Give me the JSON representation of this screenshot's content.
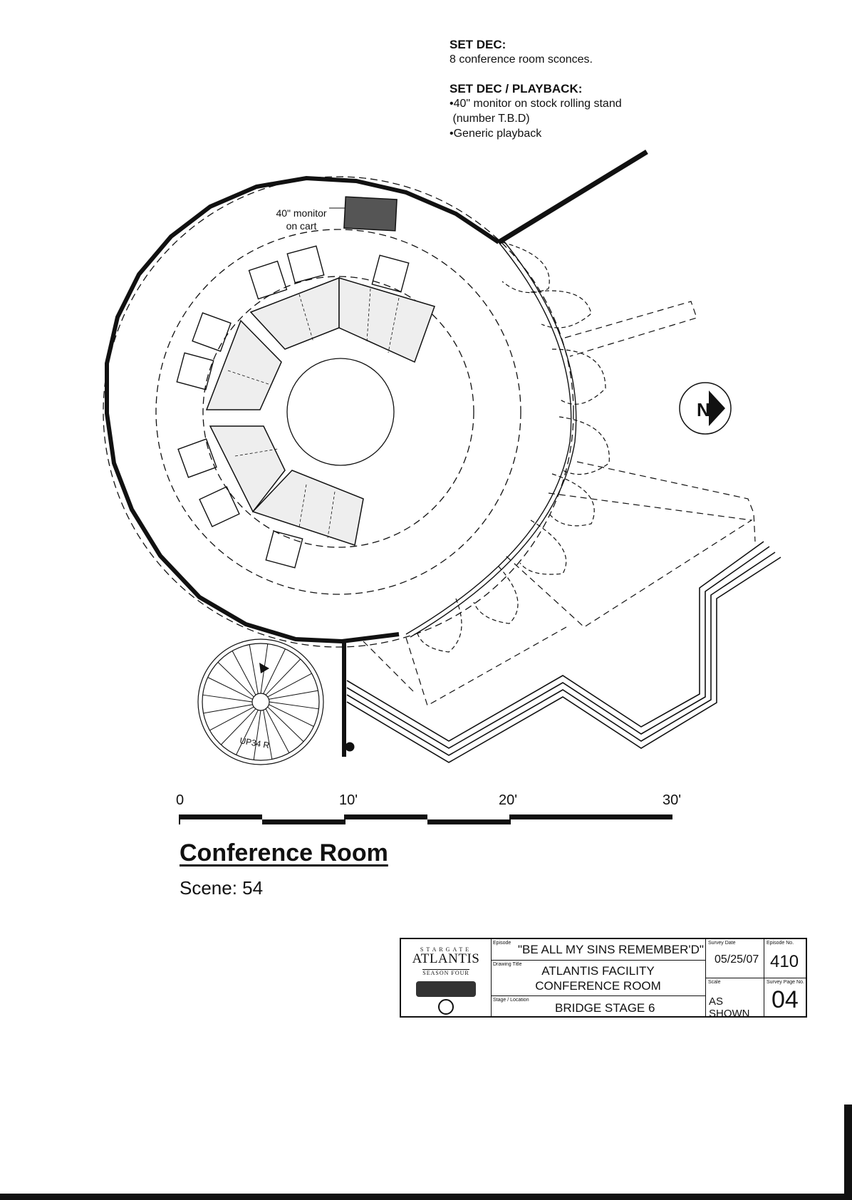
{
  "notes": {
    "setdec_heading": "SET DEC:",
    "setdec_line": "8 conference room sconces.",
    "playback_heading": "SET DEC / PLAYBACK:",
    "playback_line1": "•40\" monitor on stock rolling stand",
    "playback_line2": " (number T.B.D)",
    "playback_line3": "•Generic playback"
  },
  "plan": {
    "monitor_label_1": "40\" monitor",
    "monitor_label_2": "on cart",
    "north_label": "N",
    "stair_label": "UP34 R"
  },
  "scale": {
    "labels": [
      "0",
      "10'",
      "20'",
      "30'"
    ]
  },
  "heading": {
    "title": "Conference Room",
    "scene": "Scene: 54"
  },
  "title_block": {
    "logo_line1": "STARGATE",
    "logo_line2": "ATLANTIS",
    "logo_line3": "SEASON FOUR",
    "episode_label": "Episode",
    "episode": "\"BE ALL MY SINS REMEMBER'D\"",
    "drawing_title_label": "Drawing Title",
    "drawing_title_1": "ATLANTIS FACILITY",
    "drawing_title_2": "CONFERENCE ROOM",
    "stage_label": "Stage / Location",
    "stage": "BRIDGE STAGE 6",
    "survey_date_label": "Survey Date",
    "survey_date": "05/25/07",
    "scale_label": "Scale",
    "scale": "AS SHOWN",
    "episode_no_label": "Episode No.",
    "episode_no": "410",
    "survey_page_label": "Survey Page No.",
    "survey_page": "04"
  }
}
